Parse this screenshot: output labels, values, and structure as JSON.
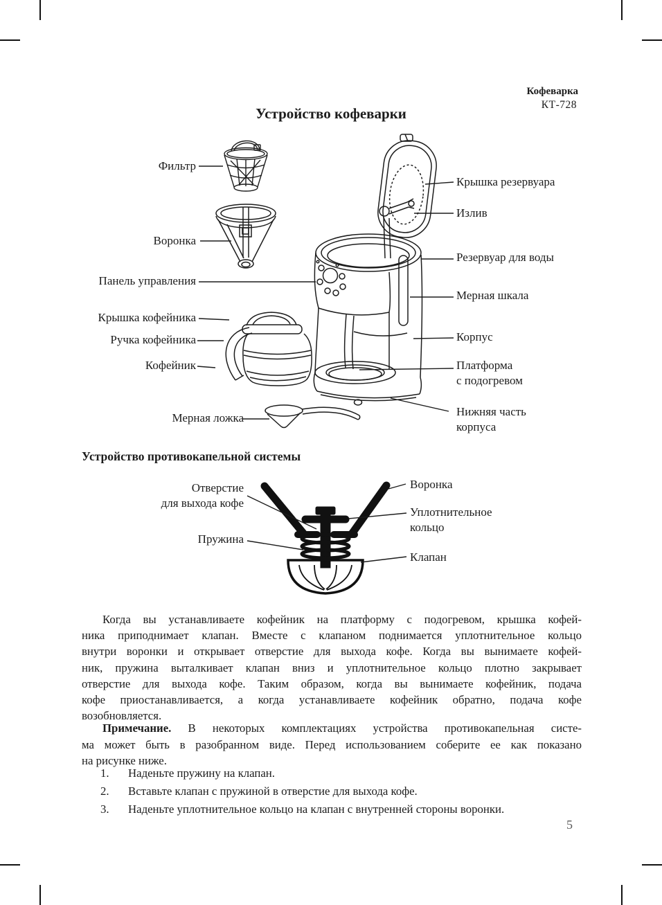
{
  "header": {
    "brand": "Кофеварка",
    "model": "КТ-728"
  },
  "section1": {
    "title": "Устройство кофеварки",
    "labels": {
      "filter": "Фильтр",
      "funnel": "Воронка",
      "control_panel": "Панель управления",
      "pot_lid": "Крышка кофейника",
      "pot_handle": "Ручка кофейника",
      "pot": "Кофейник",
      "spoon": "Мерная ложка",
      "reservoir_lid": "Крышка резервуара",
      "spout": "Излив",
      "reservoir": "Резервуар для воды",
      "scale": "Мерная шкала",
      "body": "Корпус",
      "platform": "Платформа\nс подогревом",
      "bottom_part": "Нижняя часть\nкорпуса"
    }
  },
  "section2": {
    "title": "Устройство противокапельной системы",
    "labels": {
      "hole": "Отверстие\nдля выхода кофе",
      "spring": "Пружина",
      "funnel": "Воронка",
      "seal_ring": "Уплотнительное\nкольцо",
      "valve": "Клапан"
    }
  },
  "body_text": {
    "p1_lines": [
      "Когда вы устанавливаете кофейник на платформу с подогревом, крышка кофей-",
      "ника приподнимает клапан. Вместе с клапаном поднимается уплотнительное кольцо",
      "внутри воронки и открывает отверстие для выхода кофе. Когда вы вынимаете кофей-",
      "ник, пружина выталкивает клапан вниз и уплотнительное кольцо плотно закрывает",
      "отверстие для выхода кофе. Таким образом, когда вы вынимаете кофейник, подача",
      "кофе приостанавливается, а когда устанавливаете кофейник обратно, подача кофе",
      "возобновляется."
    ],
    "note_label": "Примечание.",
    "note_line1_rest": " В некоторых комплектациях устройства противокапельная систе-",
    "note_lines": [
      "ма может быть в разобранном виде. Перед использованием соберите ее как показано",
      "на рисунке ниже."
    ],
    "list": [
      {
        "num": "1.",
        "text": "Наденьте пружину на клапан."
      },
      {
        "num": "2.",
        "text": "Вставьте клапан с пружиной в отверстие для выхода кофе."
      },
      {
        "num": "3.",
        "text": "Наденьте уплотнительное кольцо на клапан с внутренней стороны воронки."
      }
    ]
  },
  "footer": {
    "page_number": "5"
  },
  "colors": {
    "ink": "#1c1c1c",
    "page_number_gray": "#5a5a5a"
  }
}
